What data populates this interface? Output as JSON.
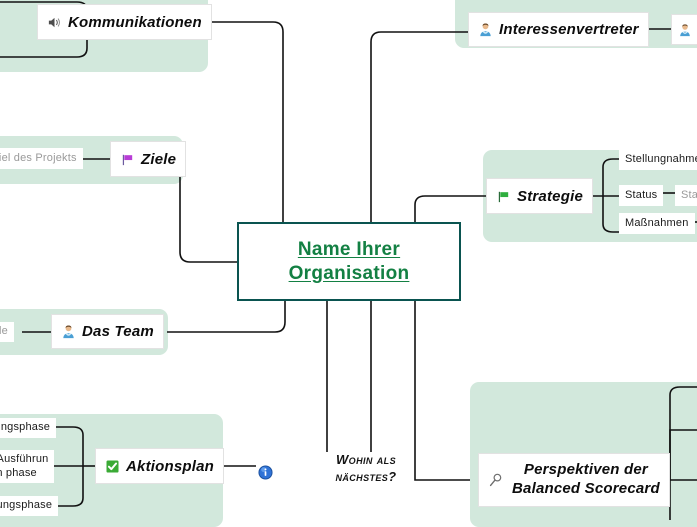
{
  "map": {
    "central": {
      "title": "Name Ihrer Organisation",
      "line1": "Name Ihrer ",
      "line2": "Organisation",
      "text_color": "#138043",
      "border_color": "#0a5450"
    },
    "floating_label": {
      "line1": "Wohin als",
      "line2": "nächstes?",
      "full": "WOHIN ALS NÄCHSTES?"
    },
    "group_color": "#d2e8dc",
    "branches": [
      {
        "id": "kommunikationen",
        "label": "Kommunikationen",
        "icon": "speaker-icon",
        "children": [
          {
            "label": "",
            "note": "cut off at left edge"
          },
          {
            "label": "",
            "note": "cut off at left edge"
          }
        ]
      },
      {
        "id": "ziele",
        "label": "Ziele",
        "icon": "flag-purple-icon",
        "children": [
          {
            "label": "Ziel des Projekts",
            "muted": true
          }
        ]
      },
      {
        "id": "das-team",
        "label": "Das Team",
        "icon": "person-icon",
        "children": [
          {
            "label": "olle",
            "muted": true
          }
        ]
      },
      {
        "id": "aktionsplan",
        "label": "Aktionsplan",
        "icon": "checkbox-green-icon",
        "marker": "info-icon",
        "children": [
          {
            "label": "ührungsphase"
          },
          {
            "label": "utioAusführun\nasen phase"
          },
          {
            "label": "naltungsphase"
          }
        ]
      },
      {
        "id": "interessenvertreter",
        "label": "Interessenvertreter",
        "icon": "person-icon",
        "children": [
          {
            "label": "",
            "icon": "person-icon",
            "note": "cut off at right edge"
          }
        ]
      },
      {
        "id": "strategie",
        "label": "Strategie",
        "icon": "flag-green-icon",
        "children": [
          {
            "label": "Stellungnahme"
          },
          {
            "label": "Status",
            "children": [
              {
                "label": "Sta",
                "muted": true
              }
            ]
          },
          {
            "label": "Maßnahmen"
          }
        ]
      },
      {
        "id": "balanced-scorecard",
        "label": "Perspektiven der Balanced Scorecard",
        "line1": "Perspektiven der",
        "line2": "Balanced Scorecard",
        "icon": "magnifier-icon",
        "children": [
          {
            "label": "",
            "note": "cut off at right edge"
          },
          {
            "label": "",
            "note": "cut off at right edge"
          },
          {
            "label": "",
            "note": "cut off at right edge"
          }
        ]
      }
    ]
  }
}
